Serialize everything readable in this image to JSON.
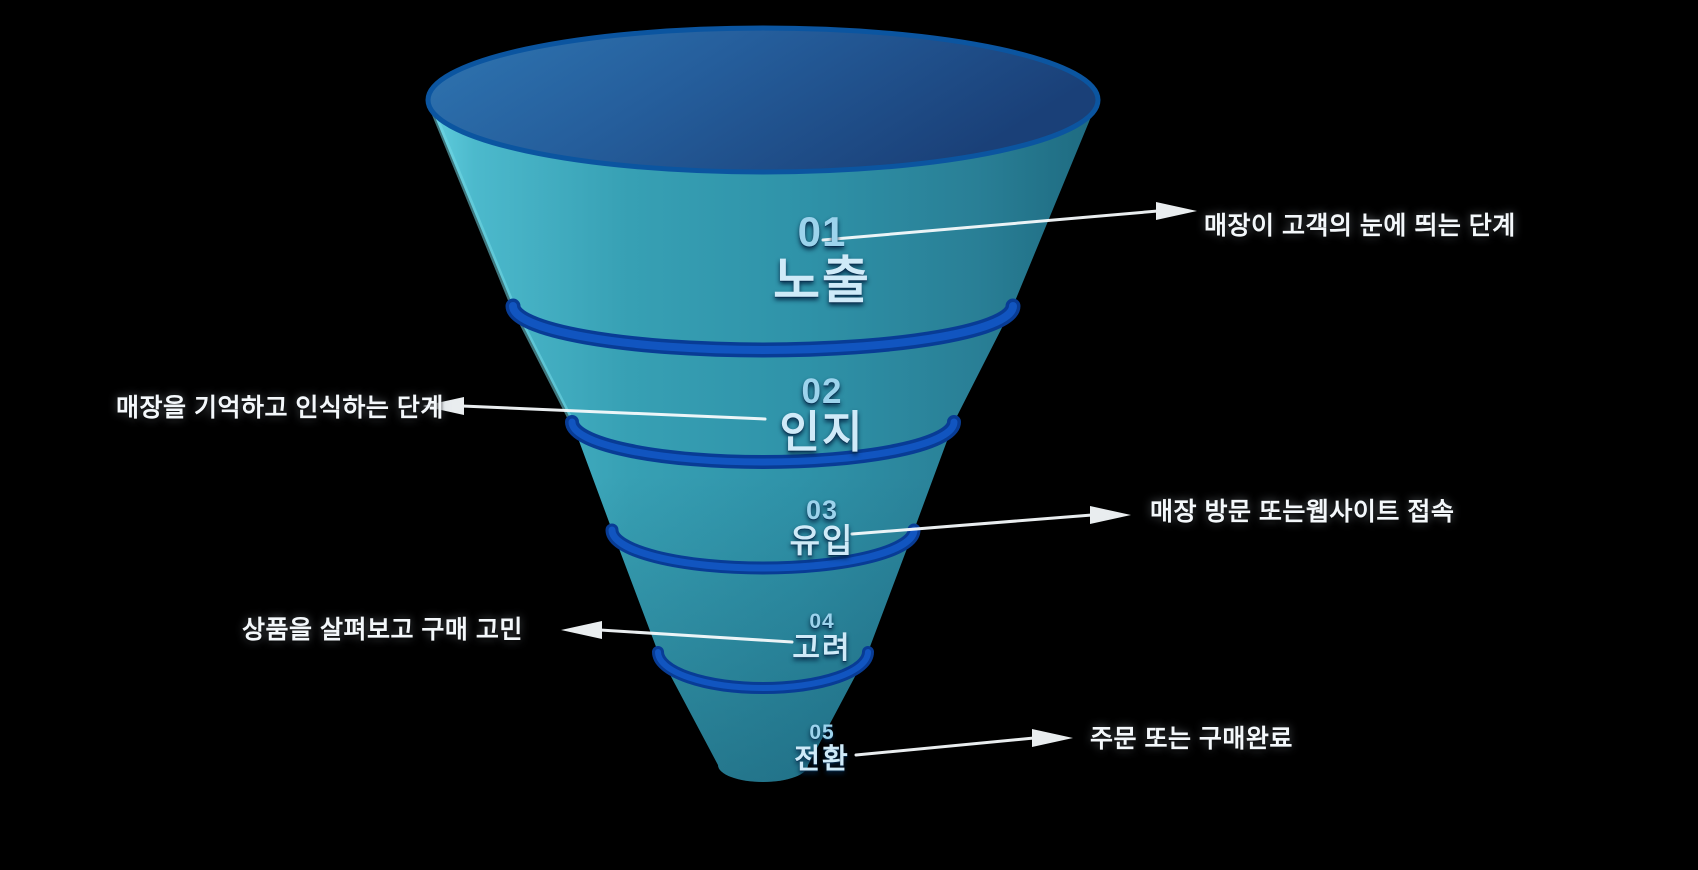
{
  "canvas": {
    "background": "#000000"
  },
  "funnel": {
    "type": "funnel-diagram",
    "colors": {
      "body_highlight": "#62cfdf",
      "body_mid": "#3095ab",
      "body_dark": "#1e6a80",
      "opening_left": "#2f76b2",
      "opening_right": "#1a4078",
      "rim": "#0b55a0",
      "divider_band": "#0d4cb6",
      "stage_number_text": "#9cd3ec",
      "stage_name_text": "#cfeaf8",
      "callout_text": "#f4f8fb"
    },
    "stages": [
      {
        "number": "01",
        "label": "노출",
        "description": "매장이 고객의 눈에 띄는 단계",
        "side": "right"
      },
      {
        "number": "02",
        "label": "인지",
        "description": "매장을 기억하고 인식하는 단계",
        "side": "left"
      },
      {
        "number": "03",
        "label": "유입",
        "description": "매장 방문 또는웹사이트 접속",
        "side": "right"
      },
      {
        "number": "04",
        "label": "고려",
        "description": "상품을 살펴보고 구매 고민",
        "side": "left"
      },
      {
        "number": "05",
        "label": "전환",
        "description": "주문 또는 구매완료",
        "side": "right"
      }
    ]
  }
}
